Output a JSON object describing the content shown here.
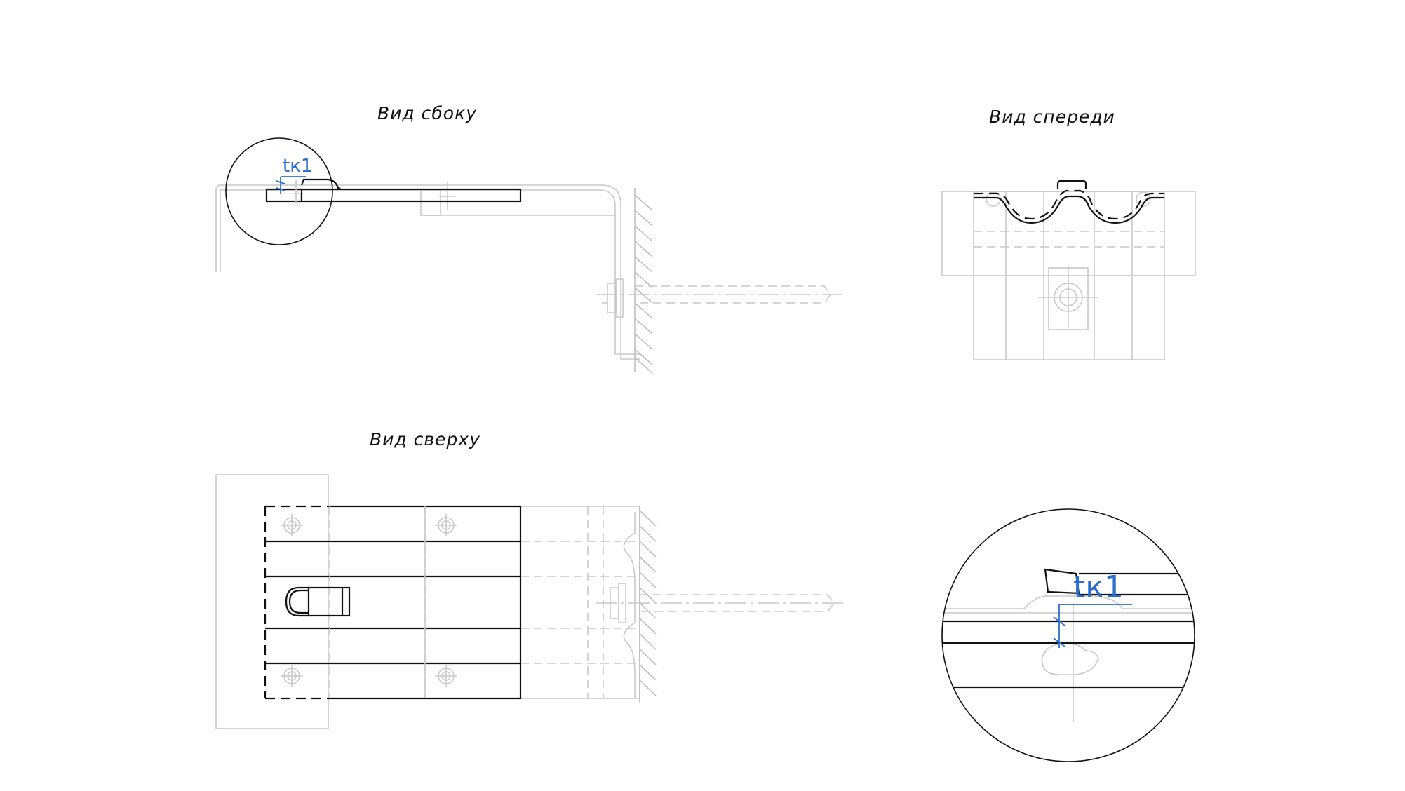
{
  "views": {
    "side": {
      "title": "Вид сбоку",
      "dimension_label": "tк1"
    },
    "front": {
      "title": "Вид спереди"
    },
    "top": {
      "title": "Вид сверху"
    },
    "detail": {
      "dimension_label": "tк1"
    }
  },
  "colors": {
    "line": "#111111",
    "thin_line": "#c9c9c9",
    "dimension": "#2a6fd0",
    "background": "#ffffff"
  }
}
